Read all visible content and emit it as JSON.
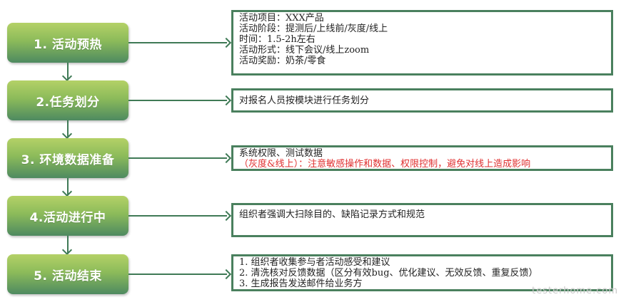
{
  "colors": {
    "step_gradient_top": "#b4d167",
    "step_gradient_bottom": "#4e8a60",
    "connector": "#3f7a56",
    "note_border": "#4a805e",
    "highlight_text": "#e03030"
  },
  "steps": [
    {
      "label": "1. 活动预热",
      "note_lines": [
        "活动项目：XXX产品",
        "活动阶段：提测后/上线前/灰度/线上",
        "时间：1.5-2h左右",
        "活动形式：线下会议/线上zoom",
        "活动奖励：奶茶/零食"
      ]
    },
    {
      "label": "2.任务划分",
      "note_lines": [
        "对报名人员按模块进行任务划分"
      ]
    },
    {
      "label": "3. 环境数据准备",
      "note_lines": [
        "系统权限、测试数据"
      ],
      "note_highlight": "（灰度&线上）：注意敏感操作和数据、权限控制，避免对线上造成影响"
    },
    {
      "label": "4.活动进行中",
      "note_lines": [
        "组织者强调大扫除目的、缺陷记录方式和规范"
      ]
    },
    {
      "label": "5. 活动结束",
      "note_lines": [
        "1.  组织者收集参与者活动感受和建议",
        "2.  清洗核对反馈数据（区分有效bug、优化建议、无效反馈、重复反馈）",
        "3.  生成报告发送邮件给业务方"
      ]
    }
  ],
  "watermark": "testerhome.com"
}
